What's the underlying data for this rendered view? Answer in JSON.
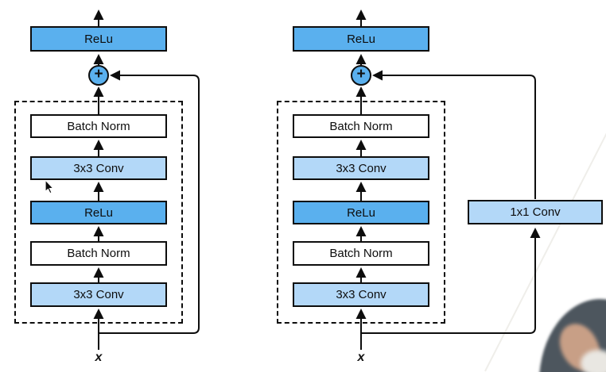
{
  "window": {
    "background": "#ffffff"
  },
  "colors": {
    "activation_blue": "#5ab0ee",
    "conv_blue": "#b3d8f8",
    "box_white": "#ffffff",
    "line_black": "#0d0d0d"
  },
  "left_block": {
    "output_activation": "ReLu",
    "add_symbol": "+",
    "layers": [
      "Batch Norm",
      "3x3 Conv",
      "ReLu",
      "Batch Norm",
      "3x3 Conv"
    ],
    "input_label": "x"
  },
  "right_block": {
    "output_activation": "ReLu",
    "add_symbol": "+",
    "layers": [
      "Batch Norm",
      "3x3 Conv",
      "ReLu",
      "Batch Norm",
      "3x3 Conv"
    ],
    "skip_layer": "1x1 Conv",
    "input_label": "x"
  }
}
